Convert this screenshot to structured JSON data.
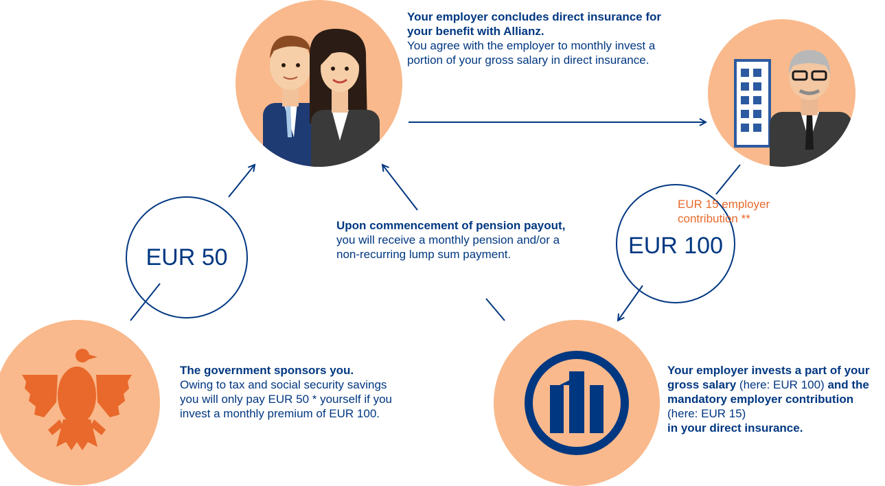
{
  "nodes": {
    "employees": {
      "icon": "employee-couple-icon"
    },
    "employer": {
      "icon": "employer-building-icon"
    },
    "government": {
      "icon": "federal-eagle-icon"
    },
    "insurer": {
      "icon": "allianz-logo-icon"
    }
  },
  "texts": {
    "employer_conclusion": {
      "bold": "Your employer concludes direct insurance for your benefit with Allianz.",
      "normal": "You agree with the employer to monthly invest a portion of your gross salary in direct insurance."
    },
    "pension_payout": {
      "bold": "Upon commencement of pension payout,",
      "normal": "you will receive a monthly pension and/or a non-recurring lump sum payment."
    },
    "government": {
      "bold": "The government sponsors you.",
      "normal": "Owing to tax and social security savings you will only pay EUR 50 * yourself if you invest a monthly premium of EUR 100."
    },
    "insurer": {
      "bold1": "Your employer invests a part of your gross salary",
      "normal1": "(here: EUR 100)",
      "bold2": "and the mandatory employer contribution",
      "normal2": "(here: EUR 15)",
      "bold3": "in your direct insurance."
    }
  },
  "amounts": {
    "government_amount": "EUR 50",
    "employer_amount": "EUR 100",
    "employer_contribution_note": "EUR 15 employer contribution **"
  },
  "colors": {
    "navy": "#003781",
    "peach": "#f9b98c",
    "orange": "#e8692b"
  }
}
